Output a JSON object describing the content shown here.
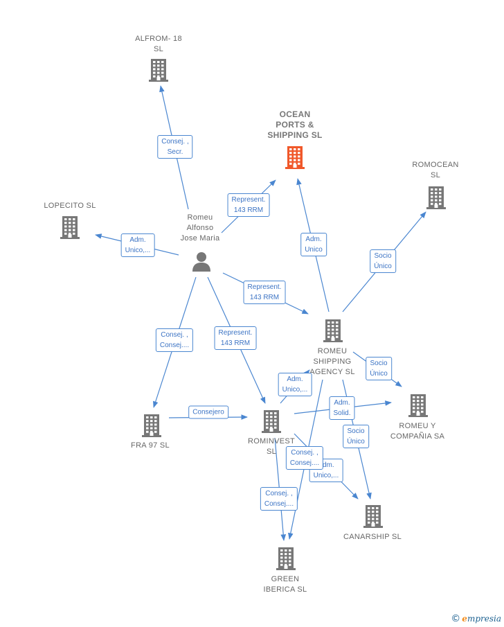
{
  "colors": {
    "edge": "#4a86d0",
    "node_icon": "#777777",
    "main_icon": "#f0582a",
    "label_text": "#666666",
    "brand_blue": "#1a5f8f",
    "brand_orange": "#f28c1b"
  },
  "nodes": {
    "alfrom": {
      "label": "ALFROM- 18\nSL",
      "icon": "building-icon"
    },
    "ocean": {
      "label": "OCEAN\nPORTS &\nSHIPPING  SL",
      "icon": "building-icon",
      "highlight": true
    },
    "romocean": {
      "label": "ROMOCEAN\nSL",
      "icon": "building-icon"
    },
    "lopecito": {
      "label": "LOPECITO  SL",
      "icon": "building-icon"
    },
    "person": {
      "label": "Romeu\nAlfonso\nJose Maria",
      "icon": "person-icon"
    },
    "romeu_shipping": {
      "label": "ROMEU\nSHIPPING\nAGENCY  SL",
      "icon": "building-icon"
    },
    "fra97": {
      "label": "FRA 97 SL",
      "icon": "building-icon"
    },
    "rominvest": {
      "label": "ROMINVEST\nSL",
      "icon": "building-icon"
    },
    "romeu_compania": {
      "label": "ROMEU Y\nCOMPAÑIA SA",
      "icon": "building-icon"
    },
    "canarship": {
      "label": "CANARSHIP SL",
      "icon": "building-icon"
    },
    "green": {
      "label": "GREEN\nIBERICA SL",
      "icon": "building-icon"
    }
  },
  "edges": {
    "e1": "Consej. ,\nSecr.",
    "e2": "Represent.\n143 RRM",
    "e3": "Adm.\nUnico,...",
    "e4": "Adm.\nUnico",
    "e5": "Socio\nÚnico",
    "e6": "Represent.\n143 RRM",
    "e7": "Consej. ,\nConsej....",
    "e8": "Represent.\n143 RRM",
    "e9": "Consejero",
    "e10": "Adm.\nUnico,...",
    "e11": "Socio\nÚnico",
    "e12": "Adm.\nSolid.",
    "e13": "Socio\nÚnico",
    "e14": "Consej. ,\nConsej....",
    "e15": "Adm.\nUnico,...",
    "e16": "Consej. ,\nConsej...."
  },
  "brand": {
    "copyright": "©",
    "e": "e",
    "rest": "mpresia"
  }
}
